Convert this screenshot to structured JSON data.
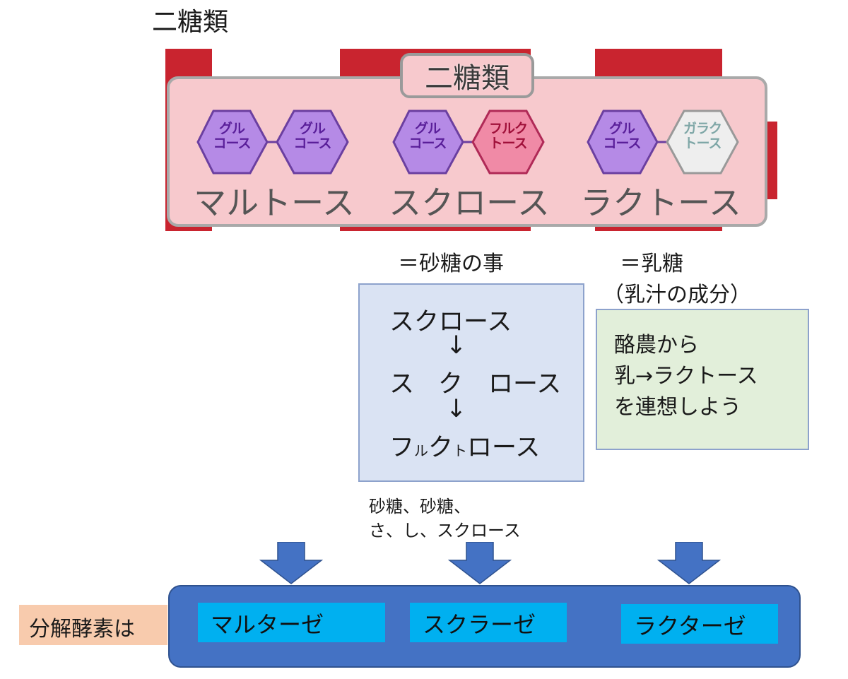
{
  "page_title": "二糖類",
  "diagram": {
    "panel_title": "二糖類",
    "pairs": [
      {
        "name": "マルトース",
        "left": {
          "label1": "グル",
          "label2": "コース",
          "color": "#b58ae6"
        },
        "right": {
          "label1": "グル",
          "label2": "コース",
          "color": "#b58ae6"
        }
      },
      {
        "name": "スクロース",
        "left": {
          "label1": "グル",
          "label2": "コース",
          "color": "#b58ae6"
        },
        "right": {
          "label1": "フルク",
          "label2": "トース",
          "color": "#f08aa6"
        }
      },
      {
        "name": "ラクトース",
        "left": {
          "label1": "グル",
          "label2": "コース",
          "color": "#b58ae6"
        },
        "right": {
          "label1": "ガラク",
          "label2": "トース",
          "color": "#eeeeee"
        }
      }
    ]
  },
  "notes": {
    "sucrose": "＝砂糖の事",
    "lactose_line1": "＝乳糖",
    "lactose_line2": "（乳汁の成分）"
  },
  "mnemonic_box": {
    "line1": "スクロース",
    "arrow": "↓",
    "line2_a": "ス",
    "line2_b": "ク",
    "line2_c": "ロース",
    "line3_a": "フ",
    "line3_b": "ル",
    "line3_c": "ク",
    "line3_d": "ト",
    "line3_e": "ロース"
  },
  "dairy_box": {
    "line1": "酪農から",
    "line2": "乳→ラクトース",
    "line3": "を連想しよう"
  },
  "hint": {
    "line1": "砂糖、砂糖、",
    "line2": "さ、し、スクロース"
  },
  "enzymes": {
    "label": "分解酵素は",
    "items": [
      "マルターゼ",
      "スクラーゼ",
      "ラクターゼ"
    ],
    "bar_color": "#4472c4",
    "chip_color": "#00b0f0"
  }
}
